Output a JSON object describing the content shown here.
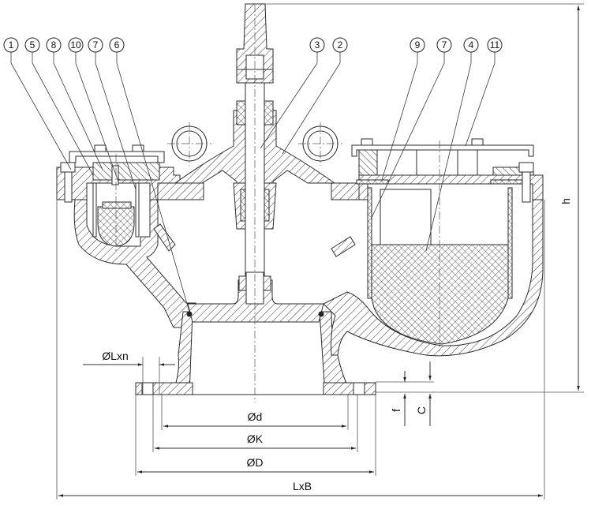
{
  "drawing": {
    "title": "Air valve sectional drawing",
    "part_balloons": [
      "1",
      "5",
      "8",
      "10",
      "7",
      "6",
      "3",
      "2",
      "9",
      "7",
      "4",
      "11"
    ],
    "dimensions": {
      "lxn": "ØLxn",
      "d": "Ød",
      "k": "ØK",
      "D": "ØD",
      "lxb": "LxB",
      "h": "h",
      "f": "f",
      "c": "C"
    }
  }
}
